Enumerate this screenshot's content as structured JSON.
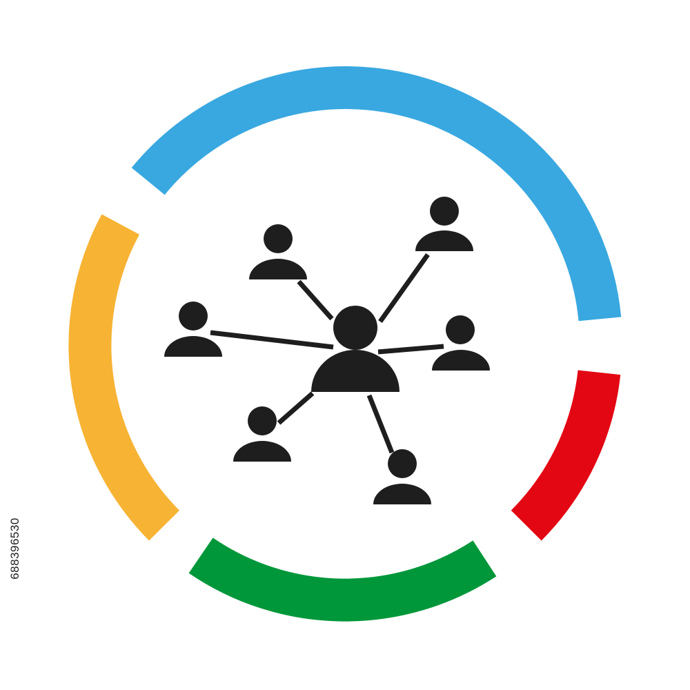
{
  "image_id_label": "688396530",
  "colors": {
    "ink": "#1e1e1e",
    "background": "#ffffff",
    "arc_blue": "#39a8e0",
    "arc_red": "#e30613",
    "arc_green": "#00973a",
    "arc_yellow": "#f7b334"
  },
  "icons": {
    "ring": "segmented-ring",
    "hub": "person-icon",
    "nodes": "person-icon",
    "links": "connector-line"
  }
}
